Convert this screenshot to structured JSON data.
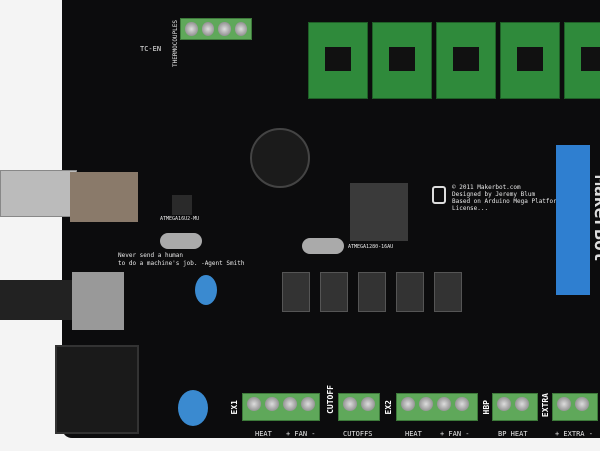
{
  "board": {
    "thermocouples_label": "THERMOCOUPLES",
    "tc_label": "TC-EN",
    "credit": [
      "© 2011 Makerbot.com",
      "Designed by Jeremy Blum",
      "Based on Arduino Mega Platform",
      "License..."
    ],
    "quote": [
      "Never send a human",
      "to do a machine's job. -Agent Smith"
    ],
    "chips": [
      "ATMEGA16U2-MU",
      "ATMEGA1280-16AU"
    ],
    "ports": [
      {
        "side": "EX1",
        "labels": [
          "HEAT",
          "+ FAN -"
        ]
      },
      {
        "side": "CUTOFF",
        "labels": [
          "CUTOFFS"
        ]
      },
      {
        "side": "EX2",
        "labels": [
          "HEAT",
          "+ FAN -"
        ]
      },
      {
        "side": "HBP",
        "labels": [
          "BP HEAT"
        ]
      },
      {
        "side": "EXTRA",
        "labels": [
          "+ EXTRA -"
        ]
      }
    ],
    "brand": "MakerBot"
  },
  "colors": {
    "board": "#0c0c0d",
    "terminal": "#5fa85a",
    "driver": "#2f8a3b",
    "idc": "#2f7fd0"
  }
}
